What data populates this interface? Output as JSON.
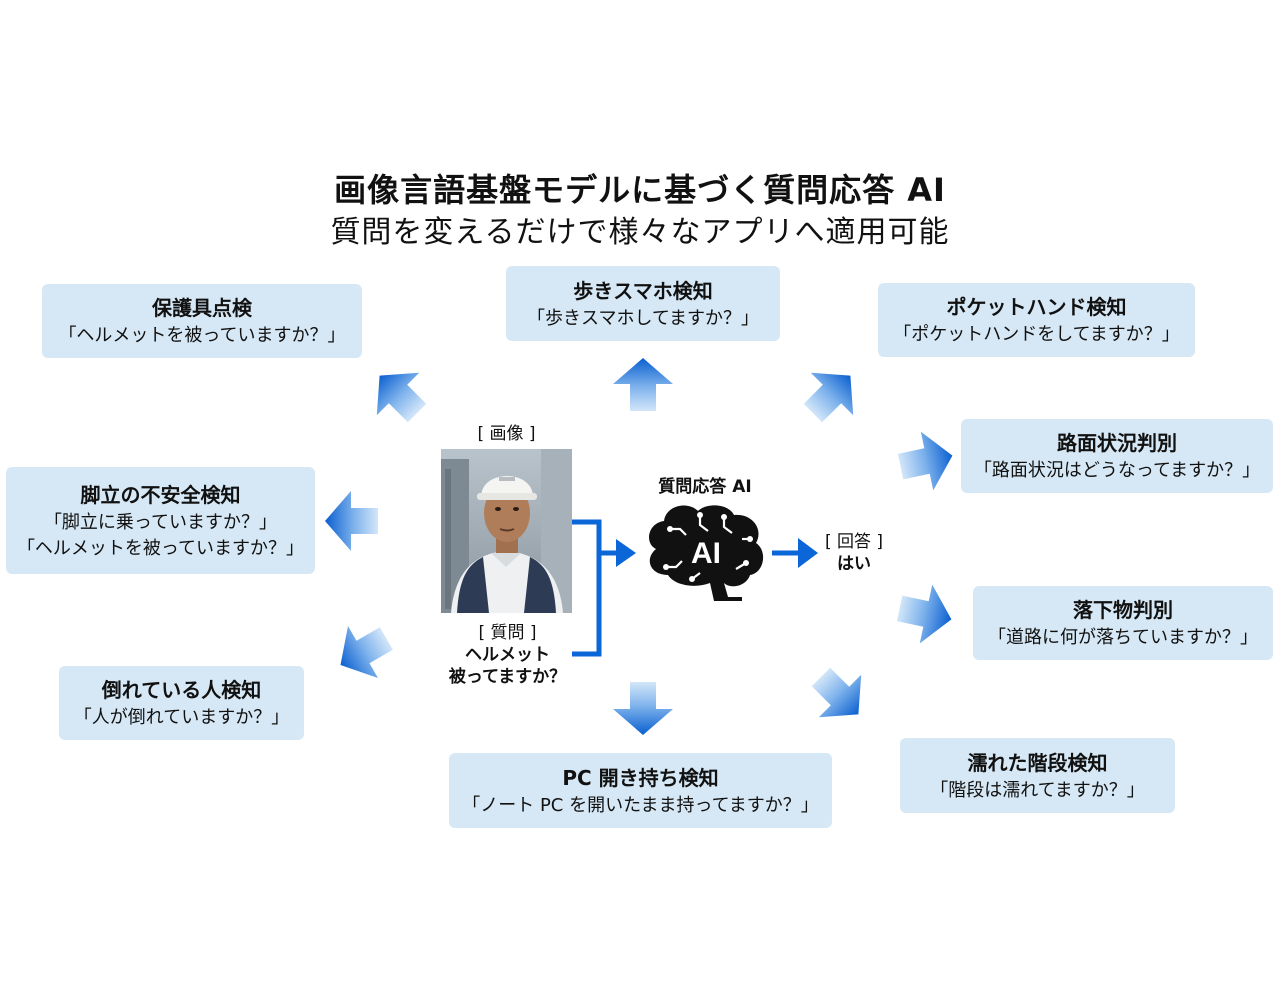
{
  "header": {
    "title": "画像言語基盤モデルに基づく質問応答 AI",
    "subtitle": "質問を変えるだけで様々なアプリへ適用可能"
  },
  "center": {
    "image_label": "[ 画像 ]",
    "question_label": "[ 質問 ]",
    "question_line1": "ヘルメット",
    "question_line2": "被ってますか？",
    "ai_label": "質問応答 AI",
    "ai_text": "AI",
    "answer_label": "[ 回答 ]",
    "answer_value": "はい"
  },
  "apps": {
    "protective_gear": {
      "title": "保護具点検",
      "q1": "「ヘルメットを被っていますか？」"
    },
    "walking_phone": {
      "title": "歩きスマホ検知",
      "q1": "「歩きスマホしてますか？」"
    },
    "pocket_hand": {
      "title": "ポケットハンド検知",
      "q1": "「ポケットハンドをしてますか？」"
    },
    "road_surface": {
      "title": "路面状況判別",
      "q1": "「路面状況はどうなってますか？」"
    },
    "stepladder": {
      "title": "脚立の不安全検知",
      "q1": "「脚立に乗っていますか？」",
      "q2": "「ヘルメットを被っていますか？」"
    },
    "fallen_object": {
      "title": "落下物判別",
      "q1": "「道路に何が落ちていますか？」"
    },
    "fallen_person": {
      "title": "倒れている人検知",
      "q1": "「人が倒れていますか？」"
    },
    "pc_open": {
      "title": "PC 開き持ち検知",
      "q1": "「ノート PC を開いたまま持ってますか？」"
    },
    "wet_stairs": {
      "title": "濡れた階段検知",
      "q1": "「階段は濡れてますか？」"
    }
  },
  "colors": {
    "card_bg": "#d6e8f5",
    "arrow_dark": "#0a5fd0",
    "arrow_light": "#cfe3f8",
    "connector": "#0b66d8"
  },
  "icons": {
    "brain": "brain-ai-icon",
    "worker_photo": "worker-photo"
  }
}
